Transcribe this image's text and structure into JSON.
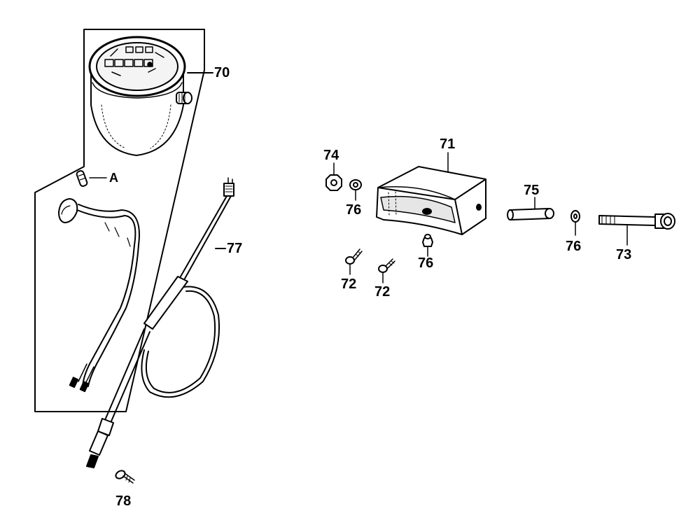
{
  "colors": {
    "ink": "#000000",
    "fill": "#ffffff",
    "shade": "#d8d8d8"
  },
  "callouts": {
    "speedometer": "70",
    "bracket": "71",
    "screw_left": "72",
    "screw_right": "72",
    "bolt": "73",
    "nut": "74",
    "collar": "75",
    "washer_a": "76",
    "washer_b": "76",
    "washer_c": "76",
    "cable": "77",
    "screw_bottom": "78",
    "bulb_ref": "A"
  }
}
